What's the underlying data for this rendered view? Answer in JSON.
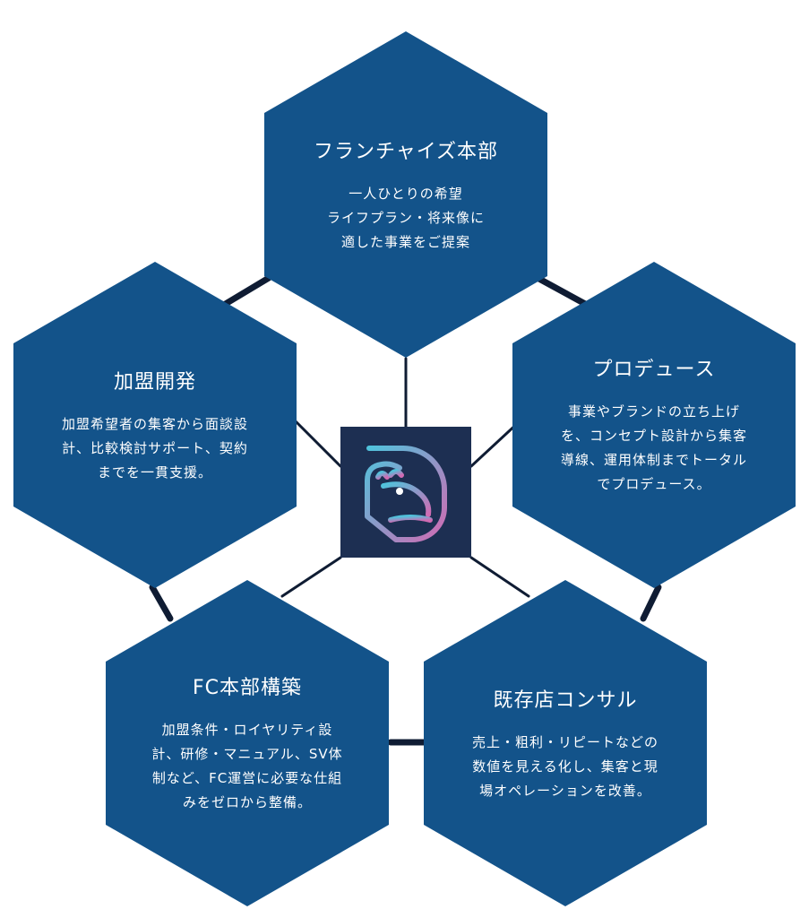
{
  "colors": {
    "hexagon": "#13538a",
    "connector": "#0f1c33",
    "hub_background": "#1d2f52",
    "logo_gradient_start": "#4fc3dc",
    "logo_gradient_end": "#d06bb3"
  },
  "hub": {
    "icon": "capybara-logo-icon"
  },
  "nodes": [
    {
      "id": "franchise-hq",
      "title": "フランチャイズ本部",
      "description": "一人ひとりの希望\nライフプラン・将来像に\n適した事業をご提案"
    },
    {
      "id": "produce",
      "title": "プロデュース",
      "description": "事業やブランドの立ち上げ\nを、コンセプト設計から集客\n導線、運用体制までトータル\nでプロデュース。"
    },
    {
      "id": "existing-store-consulting",
      "title": "既存店コンサル",
      "description": "売上・粗利・リピートなどの\n数値を見える化し、集客と現\n場オペレーションを改善。"
    },
    {
      "id": "fc-hq-building",
      "title": "FC本部構築",
      "description": "加盟条件・ロイヤリティ設\n計、研修・マニュアル、SV体\n制など、FC運営に必要な仕組\nみをゼロから整備。"
    },
    {
      "id": "member-development",
      "title": "加盟開発",
      "description": "加盟希望者の集客から面談設\n計、比較検討サポート、契約\nまでを一貫支援。"
    }
  ]
}
